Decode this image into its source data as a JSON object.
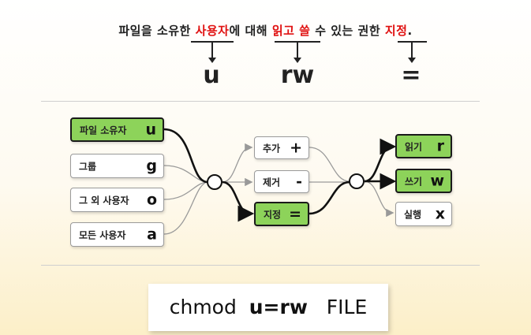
{
  "sentence": {
    "p1": "파일을 소유한 ",
    "h1": "사용자",
    "p2": "에 대해 ",
    "h2": "읽고 쓸",
    "p3": " 수 있는 권한 ",
    "h3": "지정",
    "p4": "."
  },
  "symbols": {
    "who": "u",
    "perm": "rw",
    "op": "="
  },
  "who_boxes": [
    {
      "label": "파일 소유자",
      "key": "u",
      "selected": true
    },
    {
      "label": "그룹",
      "key": "g",
      "selected": false
    },
    {
      "label": "그 외 사용자",
      "key": "o",
      "selected": false
    },
    {
      "label": "모든 사용자",
      "key": "a",
      "selected": false
    }
  ],
  "op_boxes": [
    {
      "label": "추가",
      "key": "+",
      "selected": false
    },
    {
      "label": "제거",
      "key": "-",
      "selected": false
    },
    {
      "label": "지정",
      "key": "=",
      "selected": true
    }
  ],
  "perm_boxes": [
    {
      "label": "읽기",
      "key": "r",
      "selected": true
    },
    {
      "label": "쓰기",
      "key": "w",
      "selected": true
    },
    {
      "label": "실행",
      "key": "x",
      "selected": false
    }
  ],
  "command": {
    "name": "chmod",
    "arg": "u=rw",
    "file": "FILE"
  },
  "colors": {
    "highlight": "#e01010",
    "selected_fill": "#8dd35a"
  }
}
